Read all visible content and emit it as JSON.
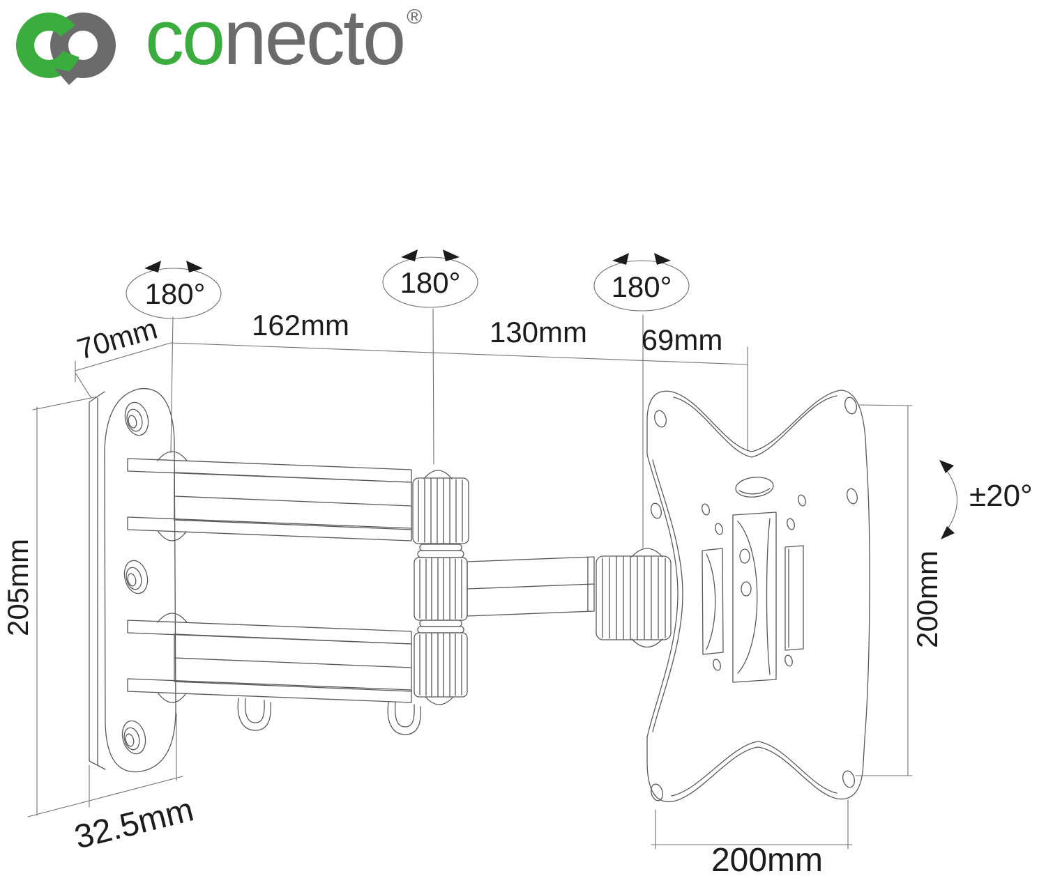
{
  "brand": {
    "wordmark_green": "co",
    "wordmark_gray": "necto",
    "registered_mark": "®",
    "green": "#3aad3e",
    "gray": "#6b6b6b"
  },
  "diagram": {
    "type": "technical-dimension-drawing",
    "subject": "articulating TV wall mount, side perspective",
    "line_color": "#585858",
    "dim_line_color": "#707070",
    "label_color": "#1c1c1c",
    "rotation_labels": [
      "180°",
      "180°",
      "180°"
    ],
    "tilt_label": "±20°",
    "dims": {
      "wall_plate_depth": "70mm",
      "arm_segment_1": "162mm",
      "arm_segment_2": "130mm",
      "arm_segment_3": "69mm",
      "wall_plate_height": "205mm",
      "wall_plate_offset": "32.5mm",
      "vesa_height": "200mm",
      "vesa_width": "200mm"
    }
  }
}
